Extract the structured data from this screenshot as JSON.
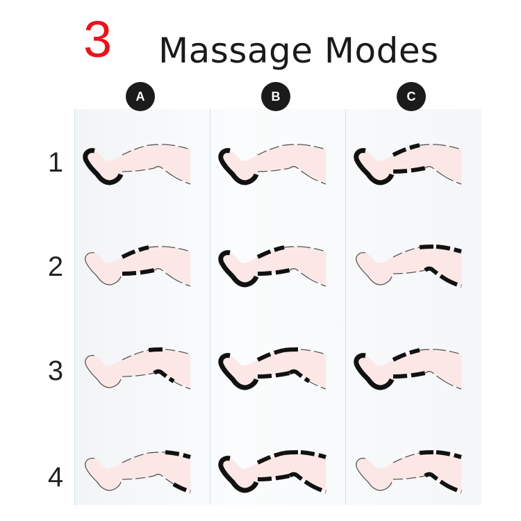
{
  "title": {
    "number": "3",
    "text": "Massage Modes"
  },
  "columns": [
    {
      "label": "A"
    },
    {
      "label": "B"
    },
    {
      "label": "C"
    }
  ],
  "rows": [
    {
      "label": "1"
    },
    {
      "label": "2"
    },
    {
      "label": "3"
    },
    {
      "label": "4"
    }
  ],
  "active_segments": {
    "A": [
      [
        "foot"
      ],
      [
        "calf"
      ],
      [
        "knee"
      ],
      [
        "thigh"
      ]
    ],
    "B": [
      [
        "foot"
      ],
      [
        "foot",
        "calf"
      ],
      [
        "foot",
        "calf",
        "knee"
      ],
      [
        "foot",
        "calf",
        "knee",
        "thigh"
      ]
    ],
    "C": [
      [
        "foot",
        "calf"
      ],
      [
        "knee",
        "thigh"
      ],
      [
        "foot",
        "calf"
      ],
      [
        "knee",
        "thigh"
      ]
    ]
  },
  "colors": {
    "title_number": "#e8141c",
    "leg_fill": "#fbe8e6",
    "active_outline": "#111111",
    "inactive_outline": "#555555",
    "grid_line": "#cfe3ea"
  }
}
